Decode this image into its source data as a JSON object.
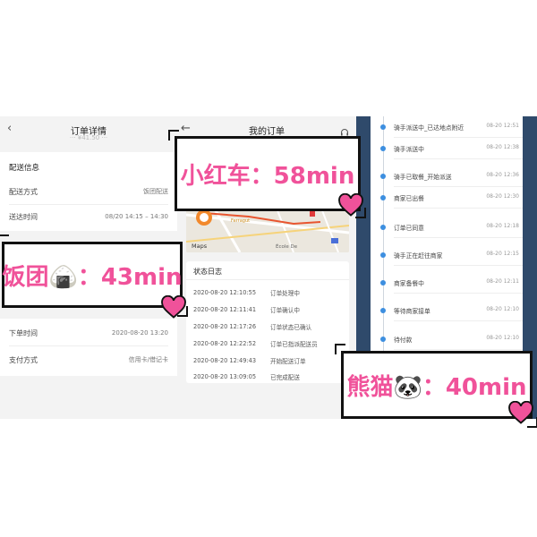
{
  "left": {
    "back_icon": "chevron-left-icon",
    "title": "订单详情",
    "top_strip": "···  ¥41.50  ···",
    "delivery_section_title": "配送信息",
    "delivery_method_label": "配送方式",
    "delivery_method_value": "饭团配送",
    "delivery_time_label": "送达时间",
    "delivery_time_value": "08/20 14:15 – 14:30",
    "order_time_label": "下单时间",
    "order_time_value": "2020-08-20 13:20",
    "payment_label": "支付方式",
    "payment_value": "信用卡/借记卡"
  },
  "middle": {
    "back_icon": "chevron-left-icon",
    "title": "我的订单",
    "support_icon": "headset-icon",
    "map_attribution": "Maps",
    "map_place_label": "École De",
    "map_street_label": "Ferragut",
    "log_title": "状态日志",
    "log": [
      {
        "time": "2020-08-20 12:10:55",
        "status": "订单处理中"
      },
      {
        "time": "2020-08-20 12:11:41",
        "status": "订单确认中"
      },
      {
        "time": "2020-08-20 12:17:26",
        "status": "订单状态已确认"
      },
      {
        "time": "2020-08-20 12:22:52",
        "status": "订单已指派配送员"
      },
      {
        "time": "2020-08-20 12:49:43",
        "status": "开始配送订单"
      },
      {
        "time": "2020-08-20 13:09:05",
        "status": "已完成配送"
      }
    ]
  },
  "right": {
    "timeline": [
      {
        "text": "骑手派送中_已达地点附近",
        "time": "08-20 12:51"
      },
      {
        "text": "骑手派送中",
        "time": "08-20 12:38"
      },
      {
        "text": "骑手已取餐_开始派送",
        "time": "08-20 12:36"
      },
      {
        "text": "商家已出餐",
        "time": "08-20 12:30"
      },
      {
        "text": "订单已同意",
        "time": "08-20 12:18"
      },
      {
        "text": "骑手正在赶往商家",
        "time": "08-20 12:15"
      },
      {
        "text": "商家备餐中",
        "time": "08-20 12:11"
      },
      {
        "text": "等待商家接单",
        "time": "08-20 12:10"
      },
      {
        "text": "待付款",
        "time": "08-20 12:10"
      }
    ]
  },
  "labels": {
    "xiaohongche": "小红车：58min",
    "fantuan": "饭团🍙：43min",
    "xiongmao": "熊猫🐼：40min"
  },
  "colors": {
    "accent_pink": "#f0529a",
    "frame_black": "#111111",
    "timeline_blue": "#3d8fe0",
    "dark_bg": "#2f4a6b"
  }
}
